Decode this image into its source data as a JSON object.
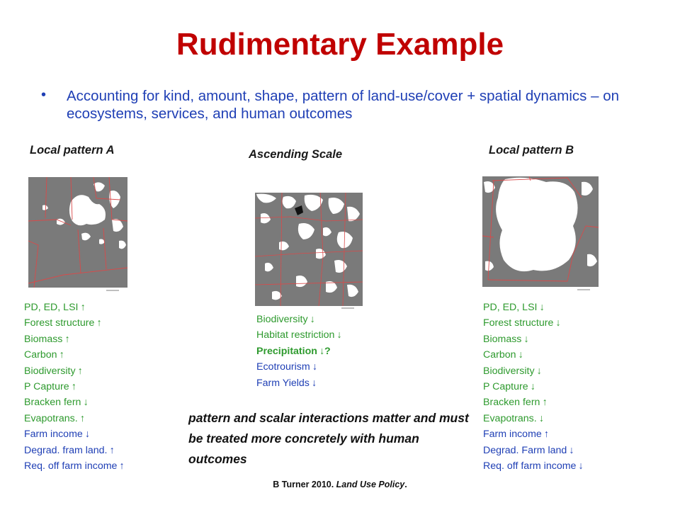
{
  "slide": {
    "title": "Rudimentary Example",
    "bullet": "Accounting for kind, amount, shape, pattern of land-use/cover + spatial dynamics – on ecosystems, services, and human outcomes",
    "conclusion": "pattern and scalar interactions matter and must be treated more concretely with human outcomes",
    "citation_prefix": "B Turner 2010. ",
    "citation_journal": "Land Use Policy",
    "citation_suffix": "."
  },
  "colors": {
    "title": "#c00000",
    "blue": "#1f3fb5",
    "green": "#2e9a2e",
    "map_gray": "#7a7a7a",
    "boundary": "#d94a4a"
  },
  "panels": {
    "left": {
      "title": "Local pattern A",
      "items": [
        {
          "label": "PD, ED, LSI",
          "arrow": "↑",
          "color": "green"
        },
        {
          "label": "Forest structure",
          "arrow": "↑",
          "color": "green"
        },
        {
          "label": "Biomass",
          "arrow": "↑",
          "color": "green"
        },
        {
          "label": "Carbon",
          "arrow": "↑",
          "color": "green"
        },
        {
          "label": "Biodiversity",
          "arrow": "↑",
          "color": "green"
        },
        {
          "label": "P Capture",
          "arrow": "↑",
          "color": "green"
        },
        {
          "label": "Bracken fern",
          "arrow": "↓",
          "color": "green"
        },
        {
          "label": "Evapotrans.",
          "arrow": "↑",
          "color": "green"
        },
        {
          "label": "Farm income",
          "arrow": "↓",
          "color": "blue"
        },
        {
          "label": "Degrad. fram land.",
          "arrow": "↑",
          "color": "blue"
        },
        {
          "label": "Req. off farm income",
          "arrow": "↑",
          "color": "blue"
        }
      ]
    },
    "middle": {
      "title": "Ascending Scale",
      "items": [
        {
          "label": "Biodiversity",
          "arrow": "↓",
          "color": "green"
        },
        {
          "label": "Habitat restriction",
          "arrow": "↓",
          "color": "green"
        },
        {
          "label": "Precipitation",
          "arrow": "↓?",
          "color": "green",
          "bold": true
        },
        {
          "label": "Ecotrourism",
          "arrow": "↓",
          "color": "blue"
        },
        {
          "label": "Farm Yields",
          "arrow": "↓",
          "color": "blue"
        }
      ]
    },
    "right": {
      "title": "Local pattern B",
      "items": [
        {
          "label": "PD, ED, LSI",
          "arrow": "↓",
          "color": "green"
        },
        {
          "label": "Forest structure",
          "arrow": "↓",
          "color": "green"
        },
        {
          "label": "Biomass",
          "arrow": "↓",
          "color": "green"
        },
        {
          "label": "Carbon",
          "arrow": "↓",
          "color": "green"
        },
        {
          "label": "Biodiversity",
          "arrow": "↓",
          "color": "green"
        },
        {
          "label": "P Capture",
          "arrow": "↓",
          "color": "green"
        },
        {
          "label": "Bracken fern",
          "arrow": "↑",
          "color": "green"
        },
        {
          "label": "Evapotrans.",
          "arrow": "↓",
          "color": "green"
        },
        {
          "label": "Farm income",
          "arrow": "↑",
          "color": "blue"
        },
        {
          "label": "Degrad. Farm land",
          "arrow": "↓",
          "color": "blue"
        },
        {
          "label": "Req. off farm income",
          "arrow": "↓",
          "color": "blue"
        }
      ]
    }
  }
}
